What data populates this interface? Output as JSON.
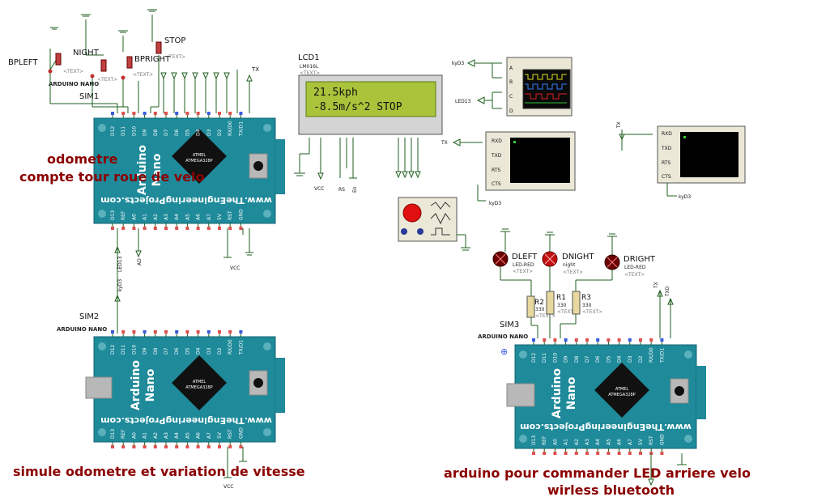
{
  "labels": {
    "caption_odometre": "odometre",
    "caption_compte": "compte tour roue de velo",
    "caption_simule": "simule odometre et variation de vitesse",
    "caption_arduino": "arduino pour commander LED arriere velo",
    "caption_wirless": "wirless bluetooth",
    "sim1": "SIM1",
    "sim2": "SIM2",
    "sim3": "SIM3",
    "arduino_nano": "ARDUINO NANO",
    "lcd1": "LCD1",
    "lcd_model": "LM016L",
    "text_tag": "<TEXT>",
    "bpleft": "BPLEFT",
    "night": "NIGHT",
    "bpright": "BPRIGHT",
    "stop": "STOP",
    "dleft": "DLEFT",
    "dnight": "DNIGHT",
    "dright": "DRIGHT",
    "led_red": "LED-RED",
    "night_small": "night",
    "r1": "R1",
    "r2": "R2",
    "r3": "R3",
    "r_value": "330",
    "vcc": "VCC",
    "kyd3": "kyD3",
    "led13": "LED13",
    "tx": "TX",
    "txd": "TXD",
    "rxd": "RXD",
    "rts": "RTS",
    "cts": "CTS",
    "rs": "RS",
    "en": "En",
    "osc_a": "A",
    "osc_b": "B",
    "osc_c": "C",
    "osc_d": "D"
  },
  "lcd": {
    "line1": "21.5kph",
    "line2": "-8.5m/s^2 STOP"
  },
  "board": {
    "brand_line1": "Arduino",
    "brand_line2": "Nano",
    "url": "www.TheEngineeringProjects.com",
    "chip_line1": "ATMEL",
    "chip_line2": "ATMEGA328P",
    "pins_top": [
      "D12",
      "D11",
      "D10",
      "D9",
      "D8",
      "D7",
      "D6",
      "D5",
      "D4",
      "D3",
      "D2",
      "RX/D0",
      "TX/D1"
    ],
    "pins_bottom": [
      "D13",
      "REF",
      "A0",
      "A1",
      "A2",
      "A3",
      "A4",
      "A5",
      "A6",
      "A7",
      "5V",
      "RST",
      "GND"
    ]
  },
  "colors": {
    "board": "#1e8a9a",
    "board_dark": "#16707d",
    "lcd_bg": "#a9c43a",
    "caption": "#8b0000",
    "wire": "#1f5f1f",
    "pin_red": "#e05050",
    "pin_blue": "#3a5ae0"
  }
}
